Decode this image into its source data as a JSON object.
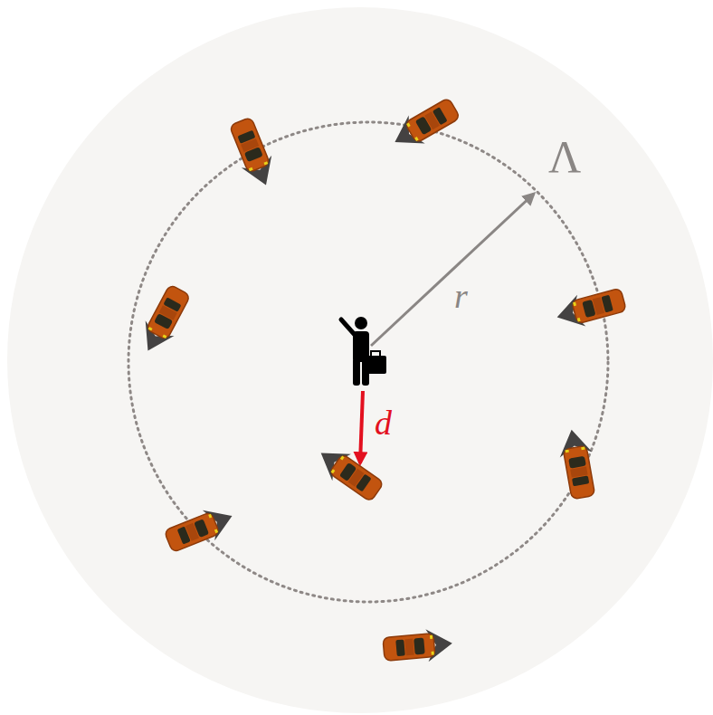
{
  "diagram": {
    "labels": [
      "Λ",
      "r",
      "d"
    ]
  }
}
